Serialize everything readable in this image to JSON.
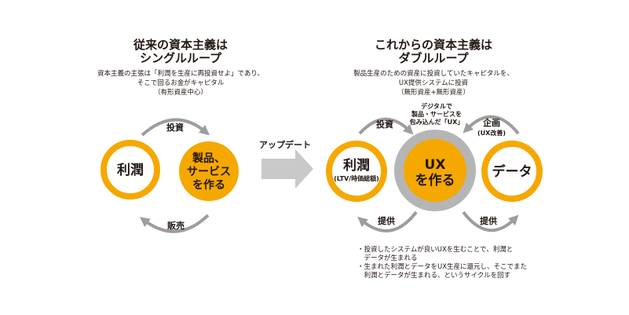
{
  "left": {
    "title_line1": "従来の資本主義は",
    "title_line2": "シングルループ",
    "desc_line1": "資本主義の主張は「利潤を生産に再投資せよ」であり、",
    "desc_line2": "そこで回るお金がキャピタル",
    "desc_line3": "（有形資産中心）",
    "node_profit": "利潤",
    "node_product_line1": "製品、",
    "node_product_line2": "サービス",
    "node_product_line3": "を作る",
    "arrow_invest": "投資",
    "arrow_sales": "販売"
  },
  "update_label": "アップデート",
  "right": {
    "title_line1": "これからの資本主義は",
    "title_line2": "ダブルループ",
    "desc_line1": "製品生産のための資産に投資していたキャピタルを、",
    "desc_line2": "UX提供システムに投資",
    "desc_line3": "（無形資産+無形資産）",
    "node_profit": "利潤",
    "node_profit_sub": "(LTV/時価総額)",
    "node_ux_line1": "UX",
    "node_ux_line2": "を作る",
    "node_data": "データ",
    "ux_note_line1": "デジタルで",
    "ux_note_line2": "製品・サービスを",
    "ux_note_line3": "包み込んだ「UX」",
    "arrow_invest": "投資",
    "arrow_plan": "企画",
    "arrow_plan_sub": "(UX改善)",
    "arrow_provide_left": "提供",
    "arrow_provide_right": "提供",
    "notes": [
      "・投資したシステムが良いUXを生むことで、利潤と",
      "　データが生まれる",
      "・生まれた利潤とデータをUX生産に還元し、そこでまた",
      "　利潤とデータが生まれる、というサイクルを回す"
    ]
  },
  "colors": {
    "accent": "#F5A800",
    "arrow": "#9d9d9d",
    "ring": "#b5b5b5",
    "update_arrow": "#c9c9c9"
  }
}
